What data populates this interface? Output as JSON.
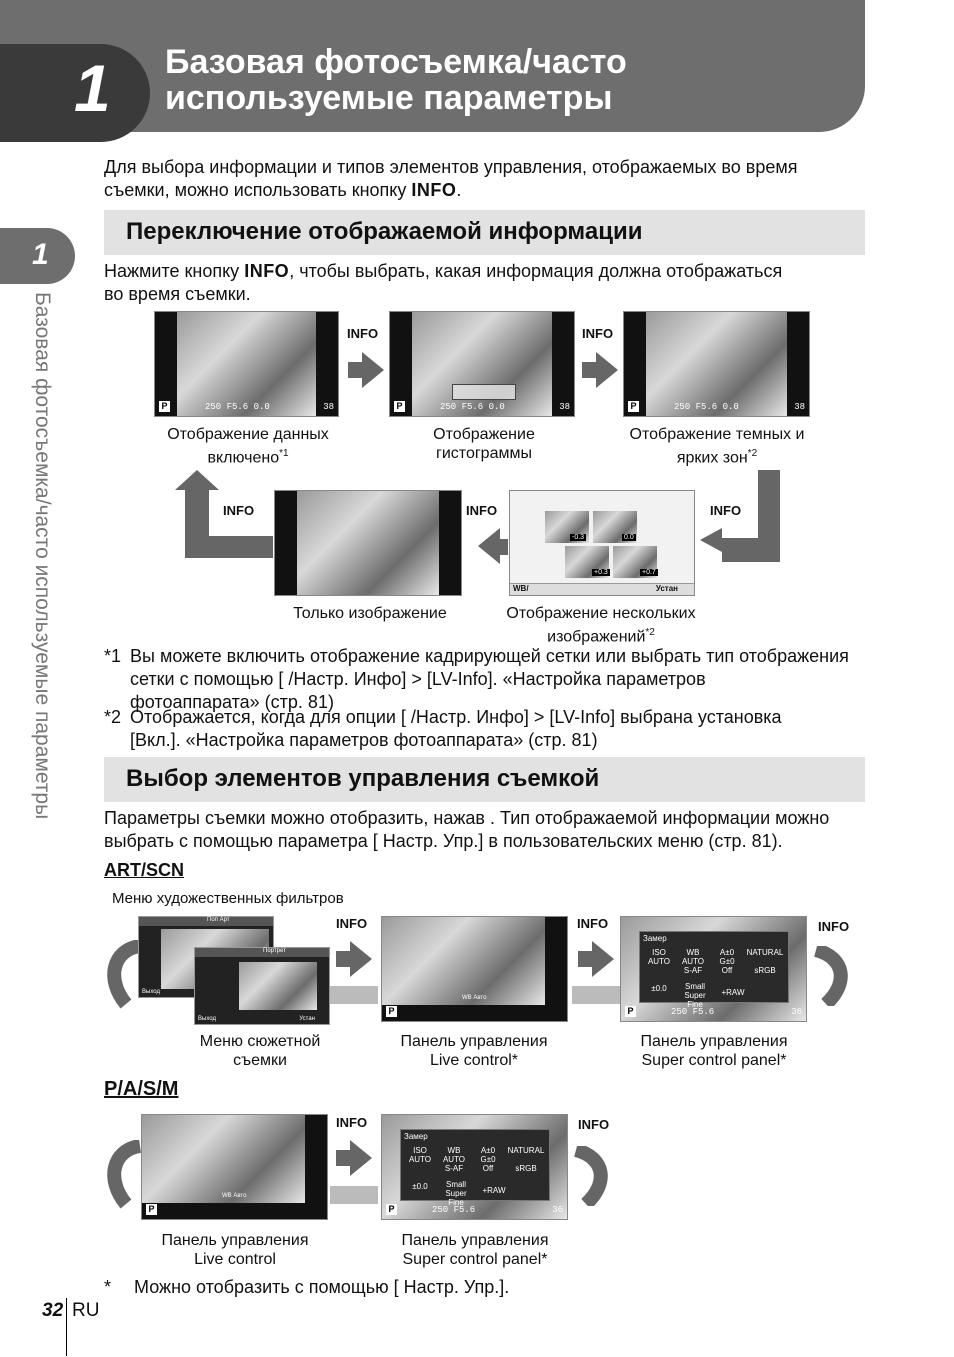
{
  "header": {
    "chapter_number": "1",
    "title_line1": "Базовая фотосъемка/часто",
    "title_line2": "используемые параметры"
  },
  "side": {
    "tab_number": "1",
    "text": "Базовая фотосъемка/часто используемые параметры"
  },
  "intro": {
    "line1": "Для выбора информации и типов элементов управления, отображаемых во время",
    "line2_prefix": "съемки, можно использовать кнопку ",
    "info_word": "INFO",
    "line2_suffix": "."
  },
  "section1": {
    "heading": "Переключение отображаемой информации",
    "text_prefix": "Нажмите кнопку ",
    "info_word": "INFO",
    "text_line1_suffix": ", чтобы выбрать, какая информация должна отображаться",
    "text_line2": "во время съемки."
  },
  "display_modes": {
    "info_label": "INFO",
    "screen_readout": "250  F5.6  0.0",
    "screen_counter": "38",
    "multi_values": [
      "-0.3",
      "0.0",
      "+0.3",
      "+0.7"
    ],
    "multi_footer_left": "WB/",
    "multi_footer_right": "Устан",
    "cap1_line1": "Отображение данных",
    "cap1_line2": "включено",
    "cap1_note": "*1",
    "cap2_line1": "Отображение",
    "cap2_line2": "гистограммы",
    "cap3_line1": "Отображение темных и",
    "cap3_line2": "ярких зон",
    "cap3_note": "*2",
    "cap4": "Только изображение",
    "cap5_line1": "Отображение нескольких",
    "cap5_line2": "изображений",
    "cap5_note": "*2"
  },
  "notes": {
    "n1_mark": "*1",
    "n1_line1": "Вы можете включить отображение кадрирующей сетки или выбрать тип отображения",
    "n1_line2": "сетки с помощью [  /Настр. Инфо] > [LV-Info].  «Настройка параметров",
    "n1_line3": "фотоаппарата» (стр. 81)",
    "n2_mark": "*2",
    "n2_line1": "Отображается, когда для опции [  /Настр. Инфо] > [LV-Info] выбрана установка",
    "n2_line2": "[Вкл.].  «Настройка параметров фотоаппарата» (стр. 81)"
  },
  "section2": {
    "heading": "Выбор элементов управления съемкой",
    "line1": "Параметры съемки можно отобразить, нажав   . Тип отображаемой информации можно",
    "line2": "выбрать с помощью параметра [  Настр. Упр.] в пользовательских меню (стр. 81)."
  },
  "artscn": {
    "heading": "ART/SCN",
    "art_menu_caption": "Меню художественных фильтров",
    "art_title": "Поп Арт",
    "scn_title": "Портрет",
    "exit_label": "Выход",
    "set_label": "Устан",
    "wb_label": "WB Авто",
    "cap_scene_line1": "Меню сюжетной",
    "cap_scene_line2": "съемки",
    "cap_live_line1": "Панель управления",
    "cap_live_line2": "Live control*",
    "cap_super_line1": "Панель управления",
    "cap_super_line2": "Super control panel*"
  },
  "pasm": {
    "heading": "P/A/S/M",
    "cap_live_line1": "Панель управления",
    "cap_live_line2": "Live control",
    "cap_super_line1": "Панель управления",
    "cap_super_line2": "Super control panel*"
  },
  "super_panel": {
    "title": "Замер",
    "cells": [
      "ISO AUTO",
      "WB AUTO",
      "A±0 G±0",
      "NATURAL",
      "S-AF",
      "Off",
      "sRGB",
      "±0.0",
      "Small Super Fine",
      "+RAW"
    ],
    "readout": "250  F5.6",
    "counter": "36"
  },
  "footnote": {
    "mark": "*",
    "text": "Можно отобразить с помощью [  Настр. Упр.]."
  },
  "footer": {
    "page_number": "32",
    "lang": "RU"
  }
}
